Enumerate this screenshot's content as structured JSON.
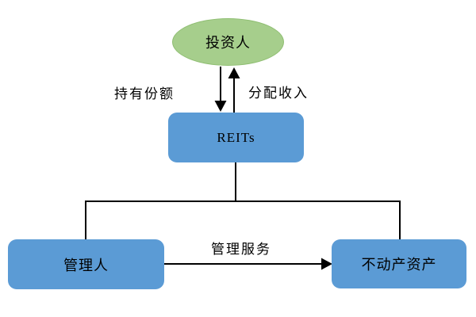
{
  "diagram": {
    "type": "flow-diagram",
    "nodes": {
      "investor": {
        "label": "投资人",
        "shape": "ellipse"
      },
      "reits": {
        "label": "REITs",
        "shape": "rounded-rect"
      },
      "manager": {
        "label": "管理人",
        "shape": "rounded-rect"
      },
      "real_estate_asset": {
        "label": "不动产资产",
        "shape": "rounded-rect"
      }
    },
    "edges": {
      "hold_shares": {
        "label": "持有份额",
        "from": "investor",
        "to": "reits",
        "direction": "down"
      },
      "distribute_income": {
        "label": "分配收入",
        "from": "reits",
        "to": "investor",
        "direction": "up"
      },
      "reits_to_manager": {
        "label": "",
        "from": "reits",
        "to": "manager",
        "direction": "none"
      },
      "reits_to_asset": {
        "label": "",
        "from": "reits",
        "to": "real_estate_asset",
        "direction": "none"
      },
      "management_service": {
        "label": "管理服务",
        "from": "manager",
        "to": "real_estate_asset",
        "direction": "right"
      }
    },
    "colors": {
      "node_green": "#a6ce8c",
      "node_green_border": "#8fbe72",
      "node_blue": "#5b9bd5",
      "line": "#000000",
      "text": "#000000",
      "background": "#ffffff"
    }
  }
}
